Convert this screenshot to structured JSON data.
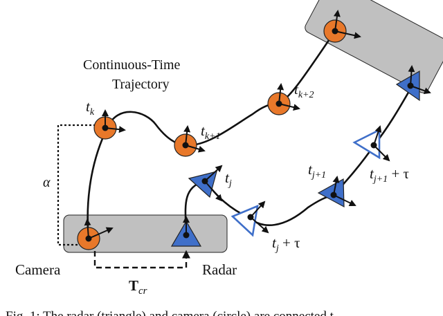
{
  "labels": {
    "trajectory_line1": "Continuous-Time",
    "trajectory_line2": "Trajectory",
    "camera": "Camera",
    "radar": "Radar",
    "alpha": "α",
    "T_main": "T",
    "T_sub": "cr"
  },
  "times": {
    "tk": {
      "base": "t",
      "sub": "k"
    },
    "tk1": {
      "base": "t",
      "sub": "k+1"
    },
    "tk2": {
      "base": "t",
      "sub": "k+2"
    },
    "tj": {
      "base": "t",
      "sub": "j"
    },
    "tj1": {
      "base": "t",
      "sub": "j+1"
    },
    "tj_tau": {
      "base": "t",
      "sub": "j",
      "suffix": " + τ"
    },
    "tj1_tau": {
      "base": "t",
      "sub": "j+1",
      "suffix": " + τ"
    }
  },
  "caption_fragment": "Fig. 1: The radar (triangle) and camera (circle) are connected t",
  "colors": {
    "camera_fill": "#e8782a",
    "radar_fill": "#3f6fc9",
    "platform_fill": "#c0c0c0",
    "outline": "#111111"
  }
}
